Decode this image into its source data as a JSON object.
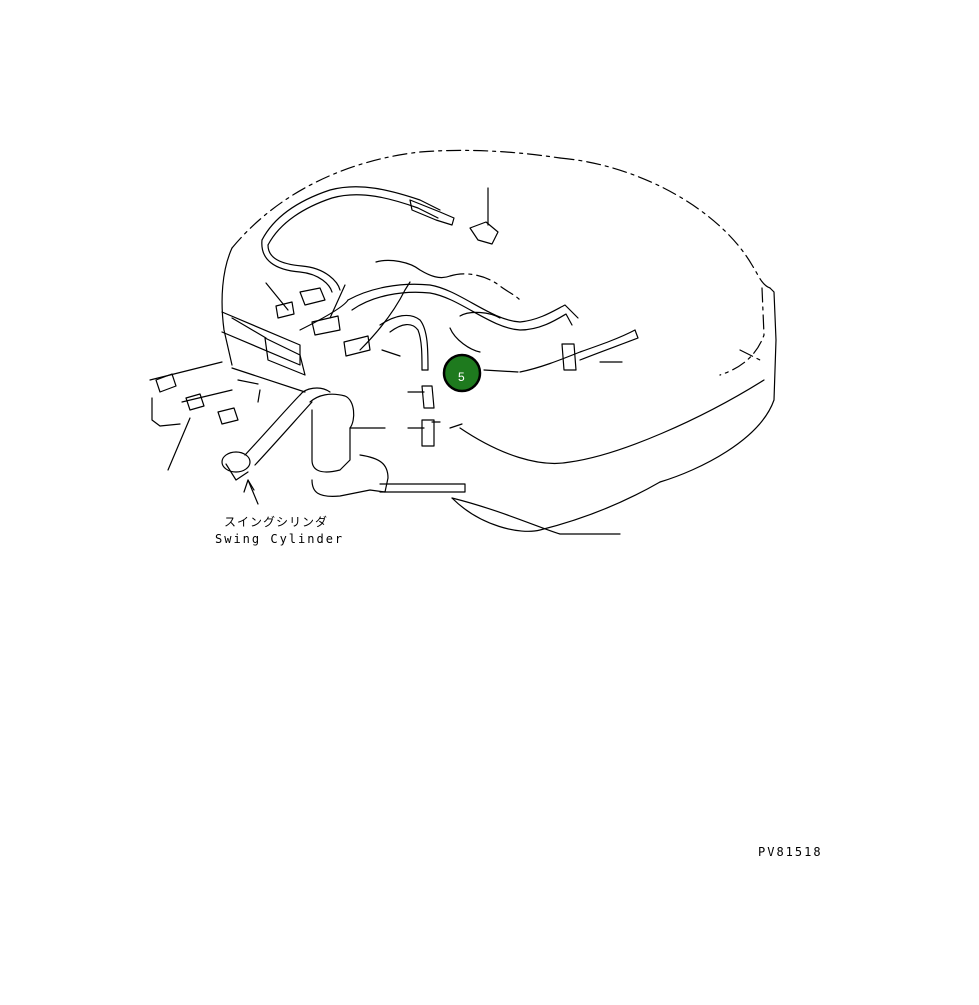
{
  "callout": {
    "label": "5",
    "color": "#1e7a1e"
  },
  "swing_cylinder_label_jp": "スイングシリンダ",
  "swing_cylinder_label_en": "Swing Cylinder",
  "drawing_code": "PV81518"
}
